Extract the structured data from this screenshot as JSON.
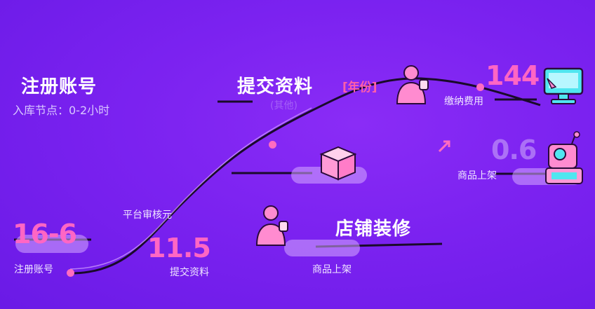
{
  "labels": {
    "register_title": "注册账号",
    "register_sub": "入库节点：0-2小时",
    "submit_title": "提交资料",
    "submit_ghost": "(其他)",
    "year_tag": "[年份]",
    "pay_label": "缴纳费用",
    "num_144": "144",
    "num_06": "0.6",
    "listing_right": "商品上架",
    "platform_review": "平台审核元",
    "shop_decor": "店铺装修",
    "num_166": "16-6",
    "register_bottom": "注册账号",
    "num_115": "11.5",
    "submit_bottom": "提交资料",
    "listing_bottom": "商品上架"
  },
  "icons": [
    "person-icon",
    "monitor-icon",
    "package-icon",
    "robot-icon",
    "arrow-icon"
  ],
  "colors": {
    "accent": "#ff66c4",
    "background": "#7b22f0",
    "pill": "#d6aaff"
  }
}
